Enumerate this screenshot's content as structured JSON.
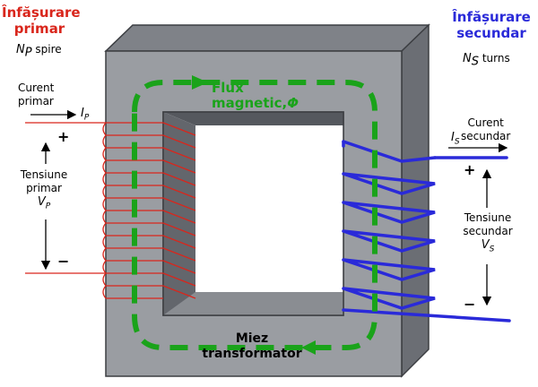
{
  "primary": {
    "title_line1": "Înfășurare",
    "title_line2": "primar",
    "turns_symbol": "N",
    "turns_sub": "P",
    "turns_word": "spire",
    "current_line1": "Curent",
    "current_line2": "primar",
    "current_symbol": "I",
    "current_sub": "P",
    "plus": "+",
    "minus": "−",
    "voltage_line1": "Tensiune",
    "voltage_line2": "primar",
    "voltage_symbol": "V",
    "voltage_sub": "P"
  },
  "secondary": {
    "title_line1": "Înfășurare",
    "title_line2": "secundar",
    "turns_symbol": "N",
    "turns_sub": "S",
    "turns_word": "turns",
    "current_line1": "Curent",
    "current_line2": "secundar",
    "current_symbol": "I",
    "current_sub": "S",
    "plus": "+",
    "minus": "−",
    "voltage_line1": "Tensiune",
    "voltage_line2": "secundar",
    "voltage_symbol": "V",
    "voltage_sub": "S"
  },
  "flux": {
    "line1": "Flux",
    "line2": "magnetic,",
    "symbol": "Φ"
  },
  "core": {
    "line1": "Miez",
    "line2": "transformator"
  },
  "colors": {
    "primary_winding": "#d9261c",
    "secondary_winding": "#2a2ad9",
    "flux": "#1aa31a",
    "core_front": "#9a9da2",
    "core_top": "#7f8288",
    "core_side": "#6b6e74",
    "window_inner": "#5d6066",
    "window_floor": "#8a8d92"
  }
}
